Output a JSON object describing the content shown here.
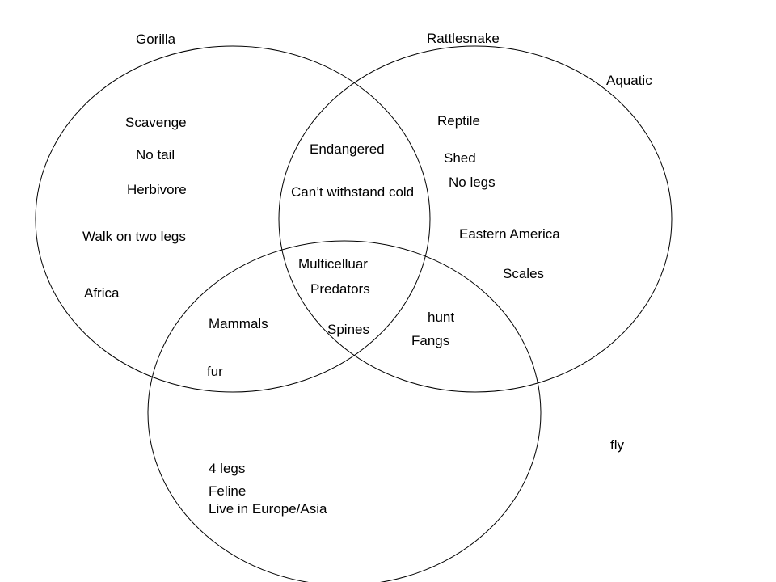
{
  "sets": {
    "gorilla": "Gorilla",
    "rattlesnake": "Rattlesnake"
  },
  "labels": {
    "aquatic": "Aquatic",
    "fly": "fly"
  },
  "gorilla_only": {
    "scavenge": "Scavenge",
    "no_tail": "No tail",
    "herbivore": "Herbivore",
    "walk_two_legs": "Walk on two legs",
    "africa": "Africa"
  },
  "gorilla_rattlesnake": {
    "endangered": "Endangered",
    "cold": "Can’t withstand cold"
  },
  "rattlesnake_only": {
    "reptile": "Reptile",
    "shed": "Shed",
    "no_legs": "No legs",
    "eastern_america": "Eastern America",
    "scales": "Scales"
  },
  "all_three": {
    "multicellular": "Multicelluar",
    "predators": "Predators",
    "spines": "Spines"
  },
  "gorilla_bottom": {
    "mammals": "Mammals",
    "fur": "fur"
  },
  "rattlesnake_bottom": {
    "hunt": "hunt",
    "fangs": "Fangs"
  },
  "bottom_only": {
    "four_legs": "4 legs",
    "feline": "Feline",
    "europe_asia": "Live in Europe/Asia"
  },
  "colors": {
    "stroke": "#000000",
    "background": "#ffffff",
    "text": "#000000"
  }
}
